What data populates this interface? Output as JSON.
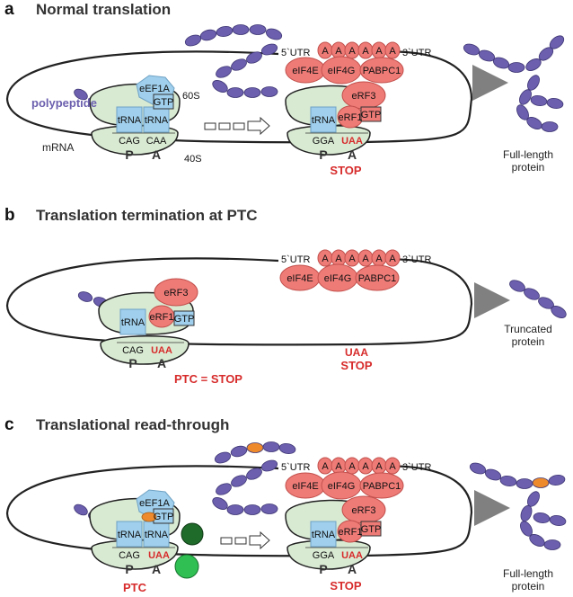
{
  "panels": [
    {
      "letter": "a",
      "title": "Normal translation",
      "polypeptide_label": "polypeptide",
      "mrna_label": "mRNA",
      "subunit_60s": "60S",
      "subunit_40s": "40S",
      "ribo1": {
        "trna1": "tRNA",
        "trna2": "tRNA",
        "codon1": "CAG",
        "codon2": "CAA",
        "site_p": "P",
        "site_a": "A",
        "factor": "eEF1A",
        "gtp": "GTP"
      },
      "ribo2": {
        "trna": "tRNA",
        "codon1": "GGA",
        "codon2": "UAA",
        "site_p": "P",
        "site_a": "A",
        "erf1": "eRF1",
        "erf3": "eRF3",
        "gtp": "GTP"
      },
      "stop_label": "STOP",
      "utr5": "5`UTR",
      "utr3": "3`UTR",
      "polya": [
        "A",
        "A",
        "A",
        "A",
        "A",
        "A"
      ],
      "eif4e": "eIF4E",
      "eif4g": "eIF4G",
      "pabpc1": "PABPC1",
      "product": [
        "Full-length",
        "protein"
      ]
    },
    {
      "letter": "b",
      "title": "Translation termination at PTC",
      "ribo": {
        "trna": "tRNA",
        "codon1": "CAG",
        "codon2": "UAA",
        "site_p": "P",
        "site_a": "A",
        "erf1": "eRF1",
        "erf3": "eRF3",
        "gtp": "GTP"
      },
      "ptc_label": "PTC = STOP",
      "uaa_label": "UAA",
      "stop_label": "STOP",
      "utr5": "5`UTR",
      "utr3": "3`UTR",
      "polya": [
        "A",
        "A",
        "A",
        "A",
        "A",
        "A"
      ],
      "eif4e": "eIF4E",
      "eif4g": "eIF4G",
      "pabpc1": "PABPC1",
      "product": [
        "Truncated",
        "protein"
      ]
    },
    {
      "letter": "c",
      "title": "Translational read-through",
      "ribo1": {
        "trna1": "tRNA",
        "trna2": "tRNA",
        "codon1": "CAG",
        "codon2": "UAA",
        "site_p": "P",
        "site_a": "A",
        "factor": "eEF1A",
        "gtp": "GTP"
      },
      "ptc_label": "PTC",
      "ribo2": {
        "trna": "tRNA",
        "codon1": "GGA",
        "codon2": "UAA",
        "site_p": "P",
        "site_a": "A",
        "erf1": "eRF1",
        "erf3": "eRF3",
        "gtp": "GTP"
      },
      "stop_label": "STOP",
      "utr5": "5`UTR",
      "utr3": "3`UTR",
      "polya": [
        "A",
        "A",
        "A",
        "A",
        "A",
        "A"
      ],
      "eif4e": "eIF4E",
      "eif4g": "eIF4G",
      "pabpc1": "PABPC1",
      "product": [
        "Full-length",
        "protein"
      ]
    }
  ],
  "colors": {
    "ribosome": "#d9ead3",
    "trna": "#9fcfec",
    "release_factor": "#ef7b77",
    "amino_acid": "#6b5fae",
    "near_cognate": "#ee8a2c",
    "drug_dark": "#1f6b2a",
    "drug_light": "#2fbf52",
    "arrow": "#808080"
  }
}
